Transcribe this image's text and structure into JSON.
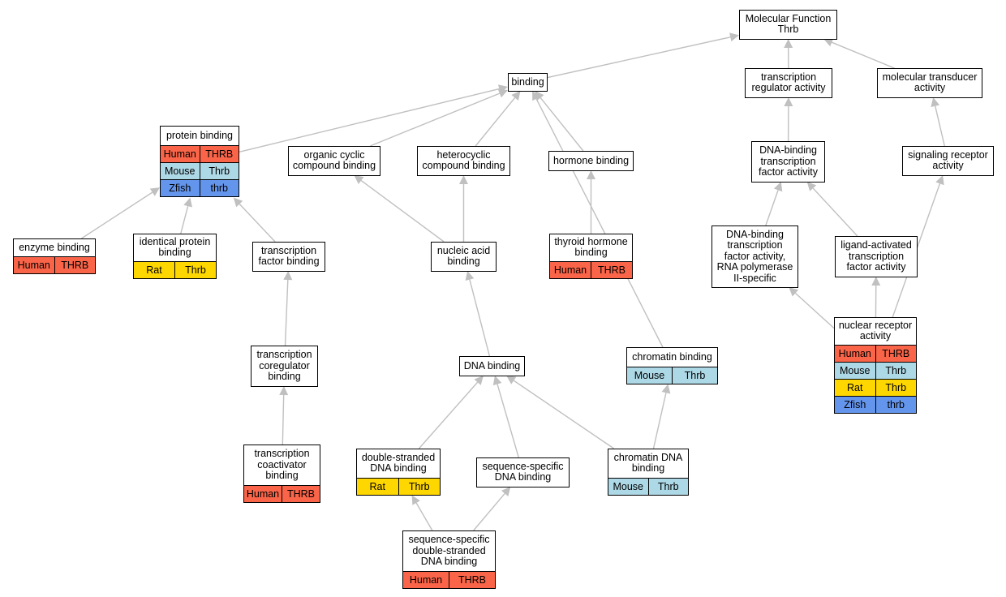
{
  "colors": {
    "Human": "#fa6448",
    "Mouse": "#add8e6",
    "Rat": "#ffd700",
    "Zfish": "#6495ed",
    "edge": "#c0c0c0"
  },
  "nodes": [
    {
      "id": "molecular_function",
      "label": "Molecular Function\nThrb",
      "rows": []
    },
    {
      "id": "binding",
      "label": "binding",
      "rows": []
    },
    {
      "id": "transcription_regulator_activity",
      "label": "transcription\nregulator activity",
      "rows": []
    },
    {
      "id": "molecular_transducer_activity",
      "label": "molecular transducer\nactivity",
      "rows": []
    },
    {
      "id": "protein_binding",
      "label": "protein binding",
      "rows": [
        {
          "species": "Human",
          "gene": "THRB"
        },
        {
          "species": "Mouse",
          "gene": "Thrb"
        },
        {
          "species": "Zfish",
          "gene": "thrb"
        }
      ]
    },
    {
      "id": "organic_cyclic_compound_binding",
      "label": "organic cyclic\ncompound binding",
      "rows": []
    },
    {
      "id": "heterocyclic_compound_binding",
      "label": "heterocyclic\ncompound binding",
      "rows": []
    },
    {
      "id": "hormone_binding",
      "label": "hormone binding",
      "rows": []
    },
    {
      "id": "dna_binding_tf_activity",
      "label": "DNA-binding\ntranscription\nfactor activity",
      "rows": []
    },
    {
      "id": "signaling_receptor_activity",
      "label": "signaling receptor\nactivity",
      "rows": []
    },
    {
      "id": "enzyme_binding",
      "label": "enzyme binding",
      "rows": [
        {
          "species": "Human",
          "gene": "THRB"
        }
      ]
    },
    {
      "id": "identical_protein_binding",
      "label": "identical protein\nbinding",
      "rows": [
        {
          "species": "Rat",
          "gene": "Thrb"
        }
      ]
    },
    {
      "id": "transcription_factor_binding",
      "label": "transcription\nfactor binding",
      "rows": []
    },
    {
      "id": "nucleic_acid_binding",
      "label": "nucleic acid\nbinding",
      "rows": []
    },
    {
      "id": "thyroid_hormone_binding",
      "label": "thyroid hormone\nbinding",
      "rows": [
        {
          "species": "Human",
          "gene": "THRB"
        }
      ]
    },
    {
      "id": "dna_binding_tf_activity_rnap2",
      "label": "DNA-binding\ntranscription\nfactor activity,\nRNA polymerase\nII-specific",
      "rows": []
    },
    {
      "id": "ligand_activated_tf_activity",
      "label": "ligand-activated\ntranscription\nfactor activity",
      "rows": []
    },
    {
      "id": "nuclear_receptor_activity",
      "label": "nuclear receptor\nactivity",
      "rows": [
        {
          "species": "Human",
          "gene": "THRB"
        },
        {
          "species": "Mouse",
          "gene": "Thrb"
        },
        {
          "species": "Rat",
          "gene": "Thrb"
        },
        {
          "species": "Zfish",
          "gene": "thrb"
        }
      ]
    },
    {
      "id": "transcription_coregulator_binding",
      "label": "transcription\ncoregulator\nbinding",
      "rows": []
    },
    {
      "id": "dna_binding",
      "label": "DNA binding",
      "rows": []
    },
    {
      "id": "chromatin_binding",
      "label": "chromatin binding",
      "rows": [
        {
          "species": "Mouse",
          "gene": "Thrb"
        }
      ]
    },
    {
      "id": "transcription_coactivator_binding",
      "label": "transcription\ncoactivator\nbinding",
      "rows": [
        {
          "species": "Human",
          "gene": "THRB"
        }
      ]
    },
    {
      "id": "double_stranded_dna_binding",
      "label": "double-stranded\nDNA binding",
      "rows": [
        {
          "species": "Rat",
          "gene": "Thrb"
        }
      ]
    },
    {
      "id": "sequence_specific_dna_binding",
      "label": "sequence-specific\nDNA binding",
      "rows": []
    },
    {
      "id": "chromatin_dna_binding",
      "label": "chromatin DNA\nbinding",
      "rows": [
        {
          "species": "Mouse",
          "gene": "Thrb"
        }
      ]
    },
    {
      "id": "sequence_specific_dsdna_binding",
      "label": "sequence-specific\ndouble-stranded\nDNA binding",
      "rows": [
        {
          "species": "Human",
          "gene": "THRB"
        }
      ]
    }
  ],
  "edges": [
    {
      "from": "binding",
      "to": "molecular_function"
    },
    {
      "from": "transcription_regulator_activity",
      "to": "molecular_function"
    },
    {
      "from": "molecular_transducer_activity",
      "to": "molecular_function"
    },
    {
      "from": "protein_binding",
      "to": "binding"
    },
    {
      "from": "organic_cyclic_compound_binding",
      "to": "binding"
    },
    {
      "from": "heterocyclic_compound_binding",
      "to": "binding"
    },
    {
      "from": "hormone_binding",
      "to": "binding"
    },
    {
      "from": "chromatin_binding",
      "to": "binding"
    },
    {
      "from": "dna_binding_tf_activity",
      "to": "transcription_regulator_activity"
    },
    {
      "from": "signaling_receptor_activity",
      "to": "molecular_transducer_activity"
    },
    {
      "from": "enzyme_binding",
      "to": "protein_binding"
    },
    {
      "from": "identical_protein_binding",
      "to": "protein_binding"
    },
    {
      "from": "transcription_factor_binding",
      "to": "protein_binding"
    },
    {
      "from": "nucleic_acid_binding",
      "to": "organic_cyclic_compound_binding"
    },
    {
      "from": "nucleic_acid_binding",
      "to": "heterocyclic_compound_binding"
    },
    {
      "from": "thyroid_hormone_binding",
      "to": "hormone_binding"
    },
    {
      "from": "dna_binding_tf_activity_rnap2",
      "to": "dna_binding_tf_activity"
    },
    {
      "from": "ligand_activated_tf_activity",
      "to": "dna_binding_tf_activity"
    },
    {
      "from": "nuclear_receptor_activity",
      "to": "ligand_activated_tf_activity"
    },
    {
      "from": "nuclear_receptor_activity",
      "to": "dna_binding_tf_activity_rnap2"
    },
    {
      "from": "nuclear_receptor_activity",
      "to": "signaling_receptor_activity"
    },
    {
      "from": "transcription_coregulator_binding",
      "to": "transcription_factor_binding"
    },
    {
      "from": "dna_binding",
      "to": "nucleic_acid_binding"
    },
    {
      "from": "transcription_coactivator_binding",
      "to": "transcription_coregulator_binding"
    },
    {
      "from": "double_stranded_dna_binding",
      "to": "dna_binding"
    },
    {
      "from": "sequence_specific_dna_binding",
      "to": "dna_binding"
    },
    {
      "from": "chromatin_dna_binding",
      "to": "dna_binding"
    },
    {
      "from": "chromatin_dna_binding",
      "to": "chromatin_binding"
    },
    {
      "from": "sequence_specific_dsdna_binding",
      "to": "double_stranded_dna_binding"
    },
    {
      "from": "sequence_specific_dsdna_binding",
      "to": "sequence_specific_dna_binding"
    }
  ]
}
